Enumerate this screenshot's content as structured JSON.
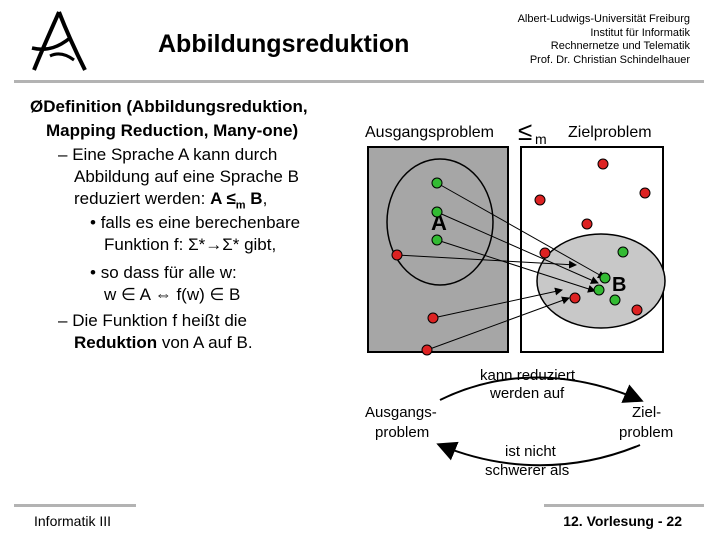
{
  "header": {
    "title": "Abbildungsreduktion",
    "institution": [
      "Albert-Ludwigs-Universität Freiburg",
      "Institut für Informatik",
      "Rechnernetze und Telematik",
      "Prof. Dr. Christian Schindelhauer"
    ]
  },
  "content": {
    "bullet_symbol": "Ø",
    "definition_line1": "Definition (Abbildungsreduktion,",
    "definition_line2": "Mapping Reduction, Many-one)",
    "dash1_symbol": "–",
    "dash1_line1": "Eine Sprache A kann durch",
    "dash1_line2": "Abbildung auf eine Sprache B",
    "dash1_line3_pre": "reduziert werden: ",
    "dash1_line3_bold_a": "A ≤",
    "dash1_line3_sub": "m",
    "dash1_line3_bold_b": " B",
    "dash1_line3_post": ",",
    "dot1_symbol": "•",
    "dot1_line1": "falls es eine berechenbare",
    "dot1_line2": "Funktion f: Σ*→Σ*  gibt,",
    "dot2_symbol": "•",
    "dot2_line1": "so dass für alle w:",
    "dot2_line2": "w ∈ A  ⇔  f(w) ∈ B",
    "dash2_symbol": "–",
    "dash2_line1": "Die Funktion f heißt die",
    "dash2_line2_bold": "Reduktion",
    "dash2_line2_rest": " von A auf B."
  },
  "diagram": {
    "source_label": "Ausgangsproblem",
    "relation_symbol": "≤",
    "relation_sub": "m",
    "target_label": "Zielproblem",
    "set_a_label": "A",
    "set_b_label": "B",
    "arrow_top_line1": "kann reduziert",
    "arrow_top_line2": "werden auf",
    "left_label_line1": "Ausgangs-",
    "left_label_line2": "problem",
    "right_label_line1": "Ziel-",
    "right_label_line2": "problem",
    "arrow_bottom_line1": "ist nicht",
    "arrow_bottom_line2": "schwerer als",
    "colors": {
      "source_fill": "#a6a6a6",
      "set_b_fill": "#c8c8c8",
      "in_set_dot": "#33bb33",
      "out_set_dot": "#dd2222"
    }
  },
  "footer": {
    "course": "Informatik III",
    "lecture": "12. Vorlesung - 22"
  }
}
